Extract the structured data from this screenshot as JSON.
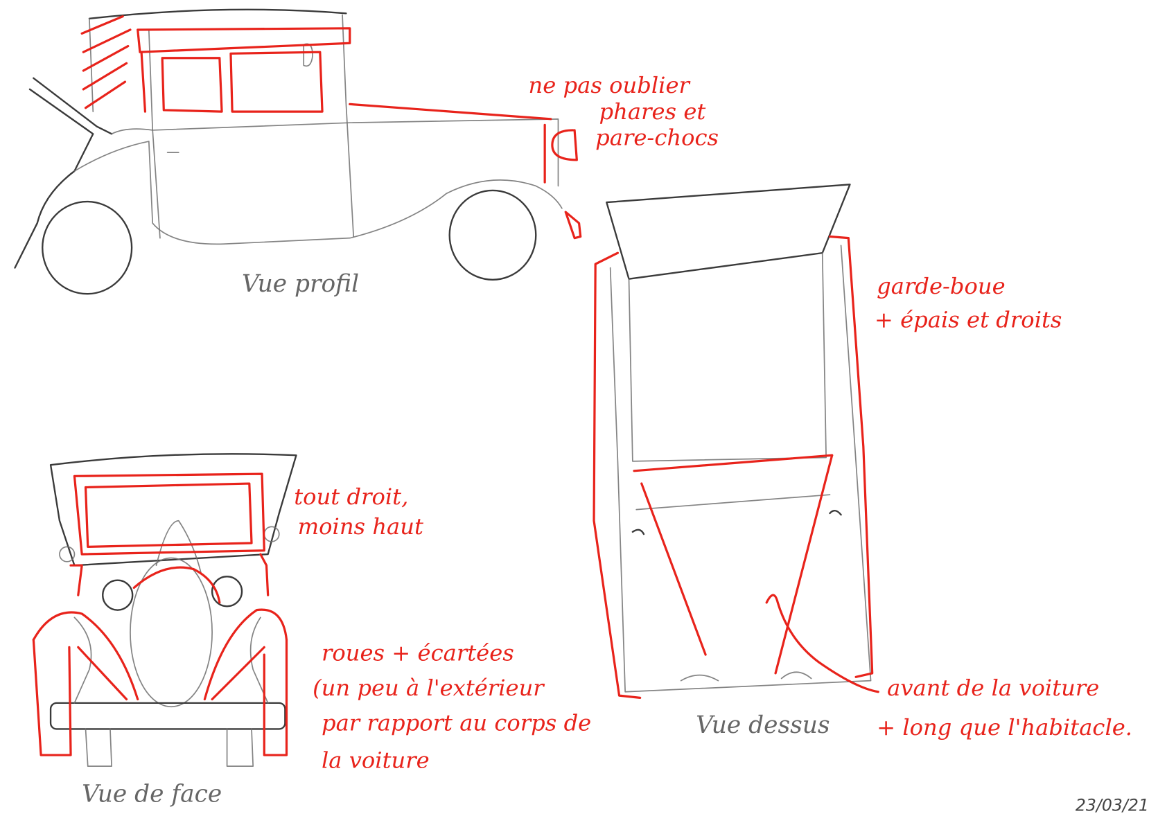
{
  "colors": {
    "pencil": "#6e6e6e",
    "annotation": "#e8231b",
    "paper": "#ffffff"
  },
  "views": {
    "profile": {
      "label": "Vue profil",
      "note": [
        "ne pas oublier",
        "phares et",
        "pare-chocs"
      ]
    },
    "top": {
      "label": "Vue dessus",
      "note_mudguard": [
        "garde-boue",
        "+ épais et droits"
      ],
      "note_front": [
        "avant de la voiture",
        "+ long que l'habitacle."
      ]
    },
    "front": {
      "label": "Vue de face",
      "note_windshield": [
        "tout droit,",
        "moins haut"
      ],
      "note_wheels": [
        "roues + écartées",
        "(un peu à l'extérieur",
        "par rapport au corps de",
        "la voiture"
      ]
    }
  },
  "date": "23/03/21"
}
